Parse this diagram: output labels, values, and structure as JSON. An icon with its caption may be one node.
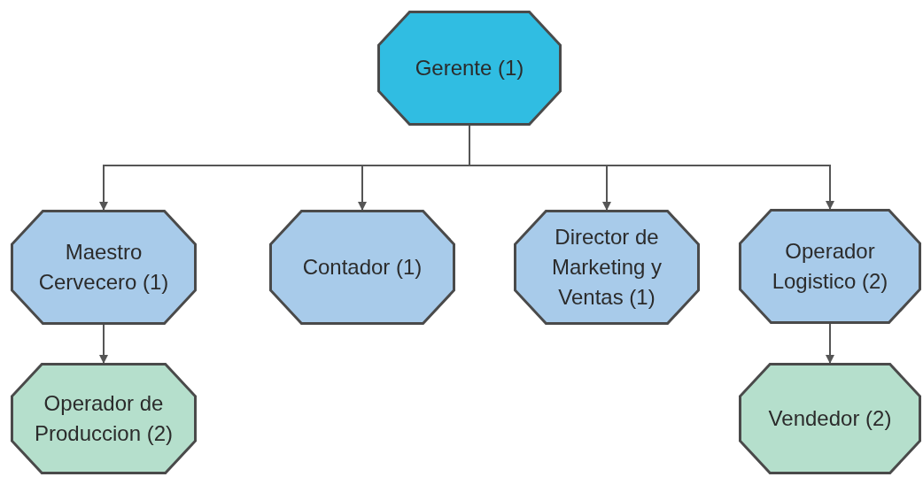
{
  "diagram": {
    "nodes": [
      {
        "text": [
          "Gerente (1)"
        ]
      },
      {
        "text": [
          "Maestro Cervecero (1)"
        ]
      },
      {
        "text": [
          "Contador (1)"
        ]
      },
      {
        "text": [
          "Director de Marketing y Ventas (1)"
        ]
      },
      {
        "text": [
          "Operador Logistico (2)"
        ]
      },
      {
        "text": [
          "Operador de Produccion (2)"
        ]
      },
      {
        "text": [
          "Vendedor (2)"
        ]
      }
    ],
    "edges": [
      {
        "from": 0,
        "to": 1,
        "arrow": "to"
      },
      {
        "from": 0,
        "to": 2,
        "arrow": "to"
      },
      {
        "from": 0,
        "to": 3,
        "arrow": "to"
      },
      {
        "from": 0,
        "to": 4,
        "arrow": "to"
      },
      {
        "from": 1,
        "to": 5,
        "arrow": "to"
      },
      {
        "from": 4,
        "to": 6,
        "arrow": "to"
      }
    ]
  }
}
